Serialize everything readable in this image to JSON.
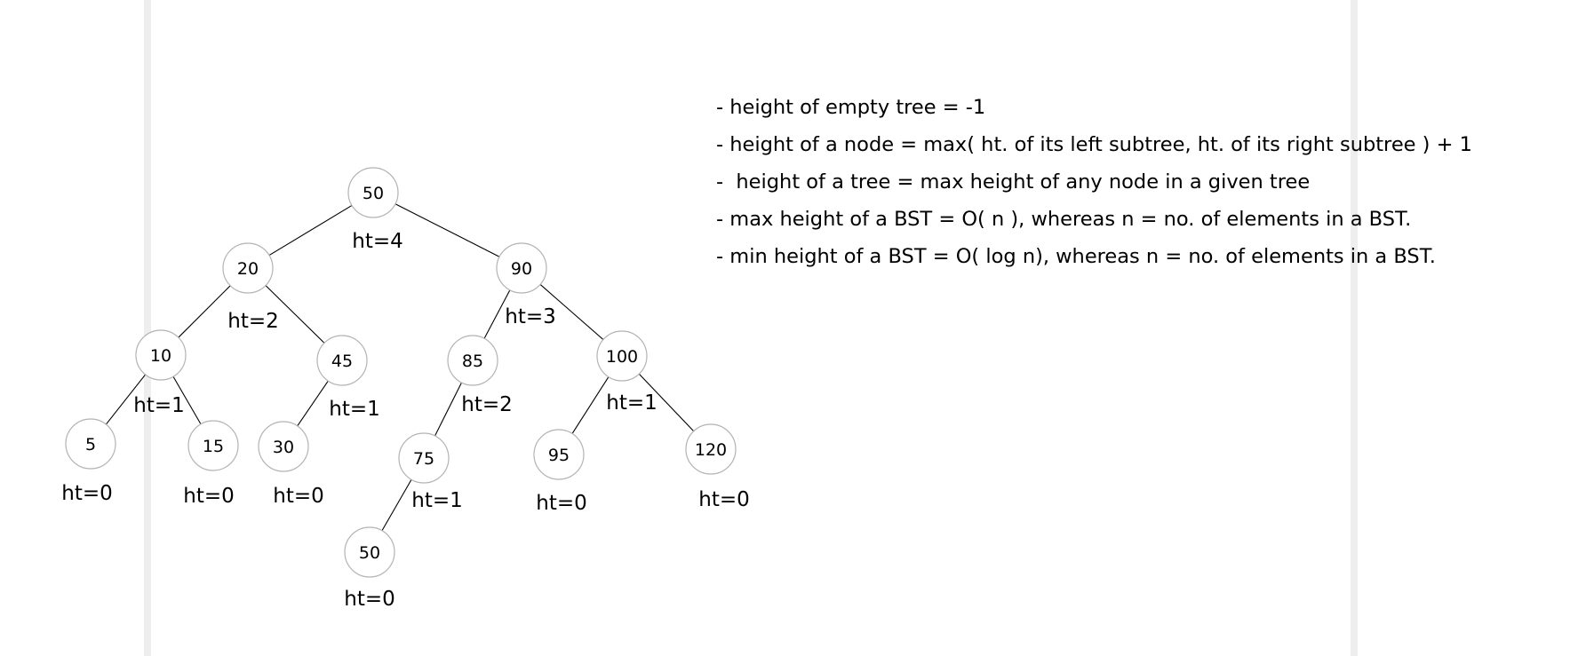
{
  "colors": {
    "background": "#ffffff",
    "page_band": "#eeeeee",
    "node_border": "#b3b3b3",
    "edge": "#000000",
    "text": "#000000"
  },
  "tree": {
    "nodes": [
      {
        "id": "n50",
        "value": "50",
        "height_label": "ht=4"
      },
      {
        "id": "n20",
        "value": "20",
        "height_label": "ht=2"
      },
      {
        "id": "n90",
        "value": "90",
        "height_label": "ht=3"
      },
      {
        "id": "n10",
        "value": "10",
        "height_label": "ht=1"
      },
      {
        "id": "n45",
        "value": "45",
        "height_label": "ht=1"
      },
      {
        "id": "n85",
        "value": "85",
        "height_label": "ht=2"
      },
      {
        "id": "n100",
        "value": "100",
        "height_label": "ht=1"
      },
      {
        "id": "n5",
        "value": "5",
        "height_label": "ht=0"
      },
      {
        "id": "n15",
        "value": "15",
        "height_label": "ht=0"
      },
      {
        "id": "n30",
        "value": "30",
        "height_label": "ht=0"
      },
      {
        "id": "n75",
        "value": "75",
        "height_label": "ht=1"
      },
      {
        "id": "n95",
        "value": "95",
        "height_label": "ht=0"
      },
      {
        "id": "n120",
        "value": "120",
        "height_label": "ht=0"
      },
      {
        "id": "n50b",
        "value": "50",
        "height_label": "ht=0"
      }
    ],
    "edges": [
      [
        "n50",
        "n20"
      ],
      [
        "n50",
        "n90"
      ],
      [
        "n20",
        "n10"
      ],
      [
        "n20",
        "n45"
      ],
      [
        "n90",
        "n85"
      ],
      [
        "n90",
        "n100"
      ],
      [
        "n10",
        "n5"
      ],
      [
        "n10",
        "n15"
      ],
      [
        "n45",
        "n30"
      ],
      [
        "n85",
        "n75"
      ],
      [
        "n100",
        "n95"
      ],
      [
        "n100",
        "n120"
      ],
      [
        "n75",
        "n50b"
      ]
    ]
  },
  "notes": [
    "- height of empty tree = -1",
    "- height of a node = max( ht. of its left subtree, ht. of its right subtree ) + 1",
    "-  height of a tree = max height of any node in a given tree",
    "- max height of a BST = O( n ), whereas n = no. of elements in a BST.",
    "- min height of a BST = O( log n), whereas n = no. of elements in a BST."
  ]
}
